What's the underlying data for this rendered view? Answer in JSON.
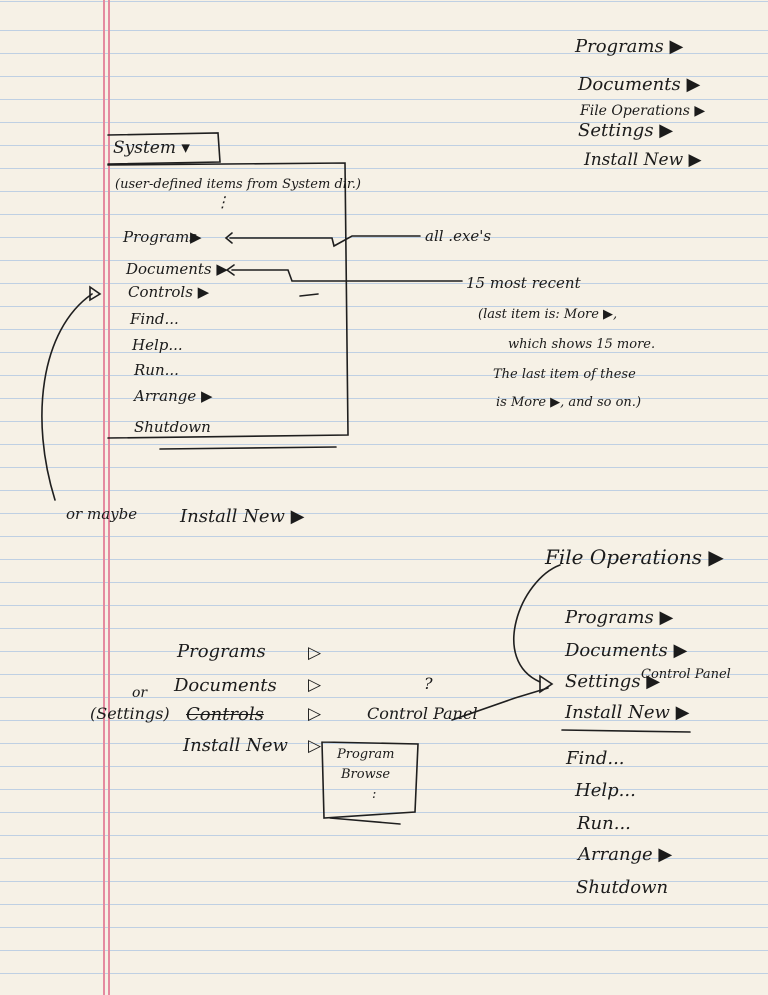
{
  "top_right_list": [
    "Programs ▶",
    "Documents ▶",
    "File Operations ▶",
    "Settings ▶",
    "Install New ▶"
  ],
  "system_menu": {
    "tab_label": "System ▾",
    "user_defined_note": "(user-defined items from System dir.)",
    "ellipsis": "⋮",
    "items": [
      "Programs",
      "Documents ▶",
      "Controls ▶",
      "Find...",
      "Help...",
      "Run...",
      "Arrange ▶",
      "Shutdown"
    ]
  },
  "annotations": {
    "all_exes": "all .exe's",
    "recent": [
      "15 most recent",
      "(last item is: More ▶,",
      "which shows 15 more.",
      "The last item of these",
      "is More ▶, and so on.)"
    ],
    "or_maybe": "or maybe",
    "install_new": "Install New ▶"
  },
  "mid_list": {
    "items": [
      "Programs",
      "Documents",
      "Controls",
      "Install New"
    ],
    "arrow": "▷",
    "or_label": "or",
    "settings_label": "(Settings)",
    "control_panel": "Control Panel",
    "question": "?",
    "box_lines": [
      "Program",
      "Browse",
      ":"
    ]
  },
  "file_ops_menu": {
    "header": "File Operations ▶",
    "items": [
      "Programs ▶",
      "Documents ▶",
      "Settings ▶",
      "Install New ▶",
      "Find...",
      "Help...",
      "Run...",
      "Arrange ▶",
      "Shutdown"
    ],
    "settings_note": "Control Panel"
  }
}
